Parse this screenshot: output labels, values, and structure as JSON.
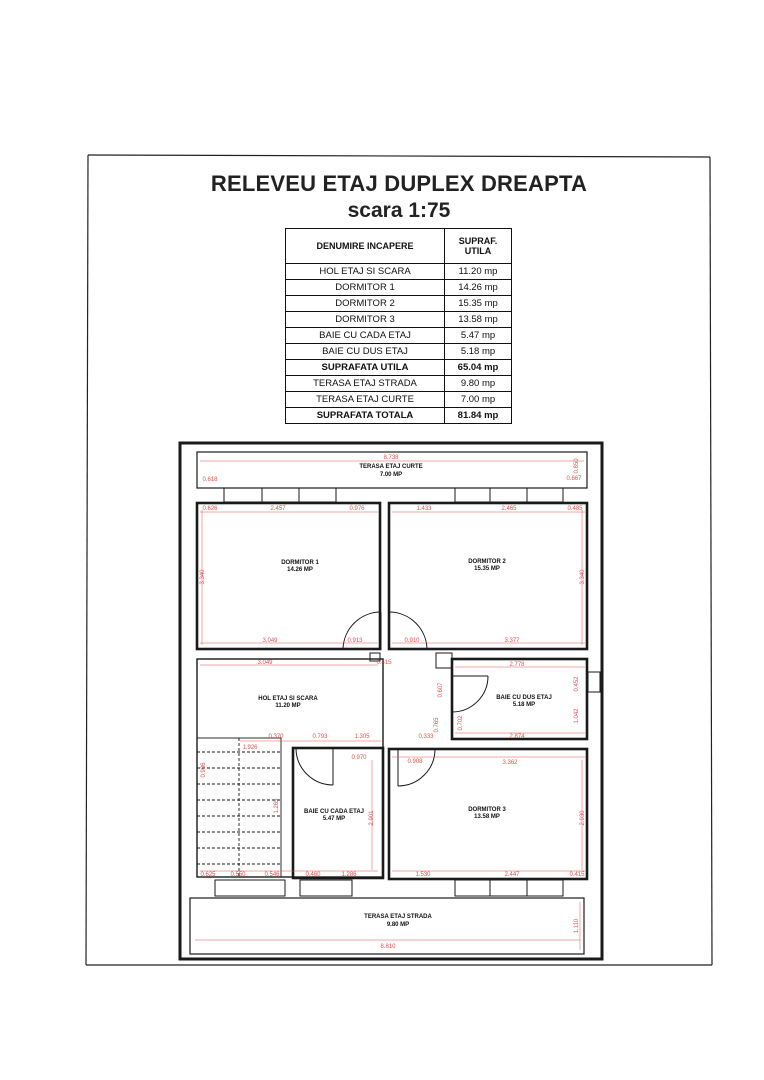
{
  "header": {
    "title": "RELEVEU ETAJ DUPLEX DREAPTA",
    "scale": "scara 1:75"
  },
  "areas_table": {
    "col_name": "DENUMIRE INCAPERE",
    "col_area": "SUPRAF. UTILA",
    "rows": [
      {
        "name": "HOL ETAJ SI SCARA",
        "area": "11.20 mp"
      },
      {
        "name": "DORMITOR 1",
        "area": "14.26 mp"
      },
      {
        "name": "DORMITOR 2",
        "area": "15.35 mp"
      },
      {
        "name": "DORMITOR 3",
        "area": "13.58 mp"
      },
      {
        "name": "BAIE CU CADA ETAJ",
        "area": "5.47 mp"
      },
      {
        "name": "BAIE CU DUS ETAJ",
        "area": "5.18 mp"
      },
      {
        "name": "SUPRAFATA UTILA",
        "area": "65.04 mp",
        "bold": true
      },
      {
        "name": "TERASA ETAJ STRADA",
        "area": "9.80 mp"
      },
      {
        "name": "TERASA ETAJ CURTE",
        "area": "7.00 mp"
      },
      {
        "name": "SUPRAFATA TOTALA",
        "area": "81.84 mp",
        "bold": true
      }
    ]
  },
  "plan": {
    "rooms": {
      "terasa_curte": {
        "name": "TERASA ETAJ CURTE",
        "area": "7.00 MP"
      },
      "dormitor1": {
        "name": "DORMITOR 1",
        "area": "14.26 MP"
      },
      "dormitor2": {
        "name": "DORMITOR 2",
        "area": "15.35 MP"
      },
      "hol": {
        "name": "HOL ETAJ SI SCARA",
        "area": "11.20 MP"
      },
      "baie_dus": {
        "name": "BAIE CU DUS ETAJ",
        "area": "5.18 MP"
      },
      "baie_cada": {
        "name": "BAIE CU CADA ETAJ",
        "area": "5.47 MP"
      },
      "dormitor3": {
        "name": "DORMITOR 3",
        "area": "13.58 MP"
      },
      "terasa_strada": {
        "name": "TERASA ETAJ STRADA",
        "area": "9.80 MP"
      }
    },
    "dimensions": {
      "d8738": "8.738",
      "d0618": "0.618",
      "d0850": "0.850",
      "d0667": "0.667",
      "d0626": "0.626",
      "d2457": "2.457",
      "d0976": "0.976",
      "d1433": "1.433",
      "d2465": "2.465",
      "d0485": "0.485",
      "d3340a": "3.340",
      "d3340b": "3.340",
      "d3049a": "3.049",
      "d0913": "0.913",
      "d0910": "0.910",
      "d3377": "3.377",
      "d3049b": "3.049",
      "d0415a": "0.415",
      "d2778": "2.778",
      "d0452": "0.452",
      "d0607": "0.607",
      "d1042": "1.042",
      "d0765": "0.765",
      "d0702": "0.702",
      "d2874": "2.874",
      "d0370": "0.370",
      "d0793": "0.793",
      "d1305": "1.305",
      "d0333": "0.333",
      "d1926": "1.926",
      "d0970": "0.970",
      "d0908": "0.908",
      "d3362": "3.362",
      "d0906": "0.906",
      "d1265": "1.265",
      "d2901": "2.901",
      "d2930": "2.930",
      "d0625": "0.625",
      "d0550": "0.550",
      "d0546": "0.546",
      "d0460": "0.460",
      "d1286": "1.286",
      "d1530": "1.530",
      "d2447": "2.447",
      "d0415b": "0.415",
      "d1110": "1.110",
      "d8810": "8.810"
    }
  },
  "colors": {
    "walls": "#1a1a1a",
    "dimensions": "#e05050",
    "frame": "#222222"
  }
}
